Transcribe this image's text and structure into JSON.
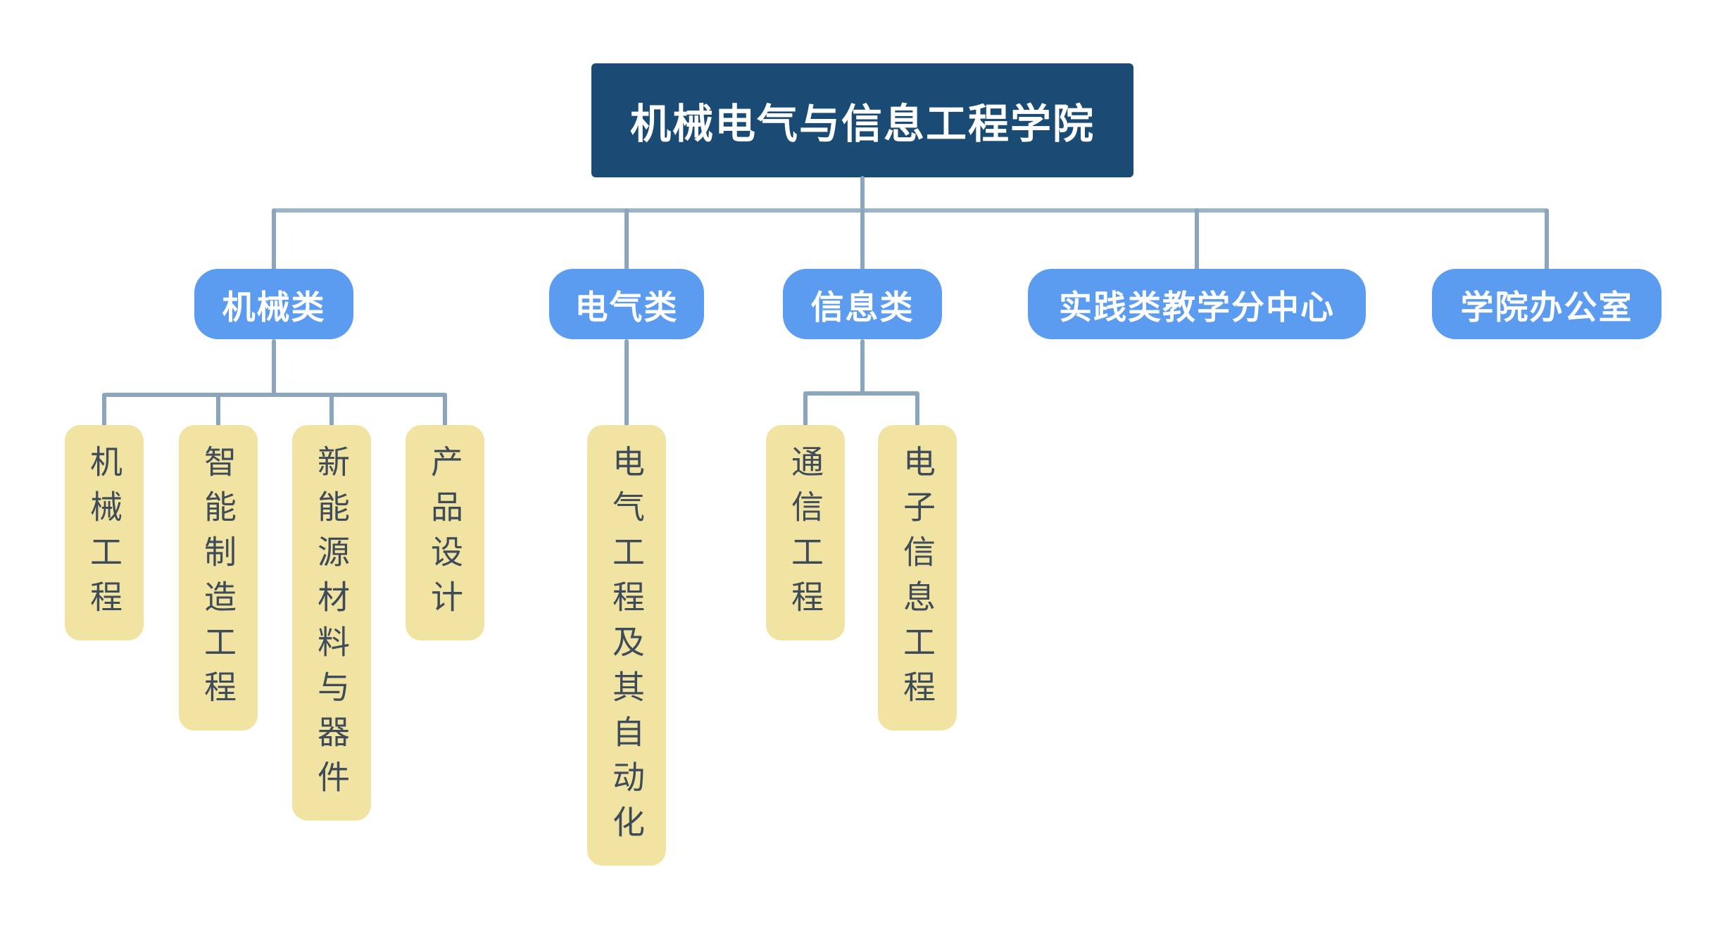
{
  "diagram": {
    "type": "org-chart",
    "root": {
      "label": "机械电气与信息工程学院"
    },
    "branches": [
      {
        "label": "机械类",
        "children": [
          {
            "label": "机械工程"
          },
          {
            "label": "智能制造工程"
          },
          {
            "label": "新能源材料与器件"
          },
          {
            "label": "产品设计"
          }
        ]
      },
      {
        "label": "电气类",
        "children": [
          {
            "label": "电气工程及其自动化"
          }
        ]
      },
      {
        "label": "信息类",
        "children": [
          {
            "label": "通信工程"
          },
          {
            "label": "电子信息工程"
          }
        ]
      },
      {
        "label": "实践类教学分中心",
        "children": []
      },
      {
        "label": "学院办公室",
        "children": []
      }
    ]
  },
  "colors": {
    "root_bg": "#1a4b75",
    "root_text": "#ffffff",
    "branch_bg": "#5b9cf1",
    "branch_text": "#ffffff",
    "leaf_bg": "#f1e3a2",
    "leaf_text": "#3e4b58",
    "connector": "#8aa5bc",
    "connector_light": "#9db3c7"
  }
}
